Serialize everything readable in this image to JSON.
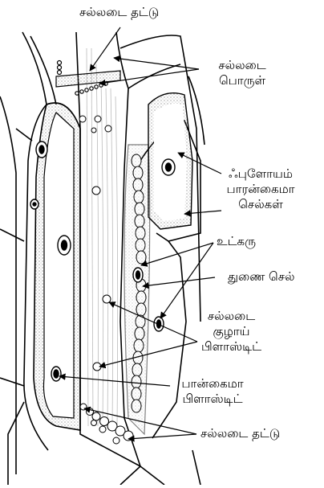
{
  "labels": {
    "sieve_plate_top": "சல்லடை தட்டு",
    "sieve_material_line1": "சல்லடை",
    "sieve_material_line2": "பொருள்",
    "phloem_parenchyma_line1": "ஃபுளோயம்",
    "phloem_parenchyma_line2": "பாரன்கைமா",
    "phloem_parenchyma_line3": "செல்கள்",
    "nucleus": "உட்கரு",
    "companion_cell": "துணை செல்",
    "sieve_tube_plastid_line1": "சல்லடை",
    "sieve_tube_plastid_line2": "குழாய்",
    "sieve_tube_plastid_line3": "பிளாஸ்டிட்",
    "parenchyma_plastid_line1": "பான்கைமா",
    "parenchyma_plastid_line2": "பிளாஸ்டிட்",
    "sieve_plate_bottom": "சல்லடை தட்டு"
  }
}
